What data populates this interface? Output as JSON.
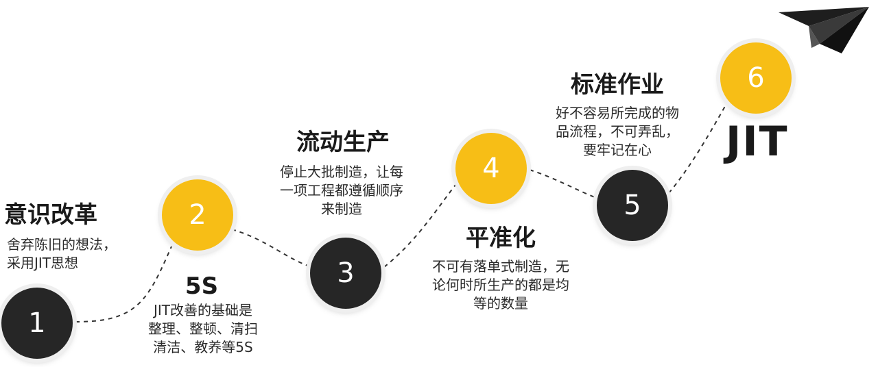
{
  "steps": [
    {
      "number": "1",
      "title": "意识改革",
      "desc": [
        "舍弃陈旧的想法，",
        "采用JIT思想"
      ]
    },
    {
      "number": "2",
      "title": "5S",
      "desc": [
        "JIT改善的基础是",
        "整理、整顿、清扫",
        "清洁、教养等5S"
      ]
    },
    {
      "number": "3",
      "title": "流动生产",
      "desc": [
        "停止大批制造，让每",
        "一项工程都遵循顺序",
        "来制造"
      ]
    },
    {
      "number": "4",
      "title": "平准化",
      "desc": [
        "不可有落单式制造，无",
        "论何时所生产的都是均",
        "等的数量"
      ]
    },
    {
      "number": "5",
      "title": "标准作业",
      "desc": [
        "好不容易所完成的物",
        "品流程，不可弄乱，",
        "要牢记在心"
      ]
    },
    {
      "number": "6",
      "title": "JIT",
      "desc": []
    }
  ],
  "colors": {
    "dark": "#262626",
    "gold": "#f7be16",
    "text": "#1a1a1a"
  },
  "icons": {
    "destination": "paper-plane-icon"
  }
}
